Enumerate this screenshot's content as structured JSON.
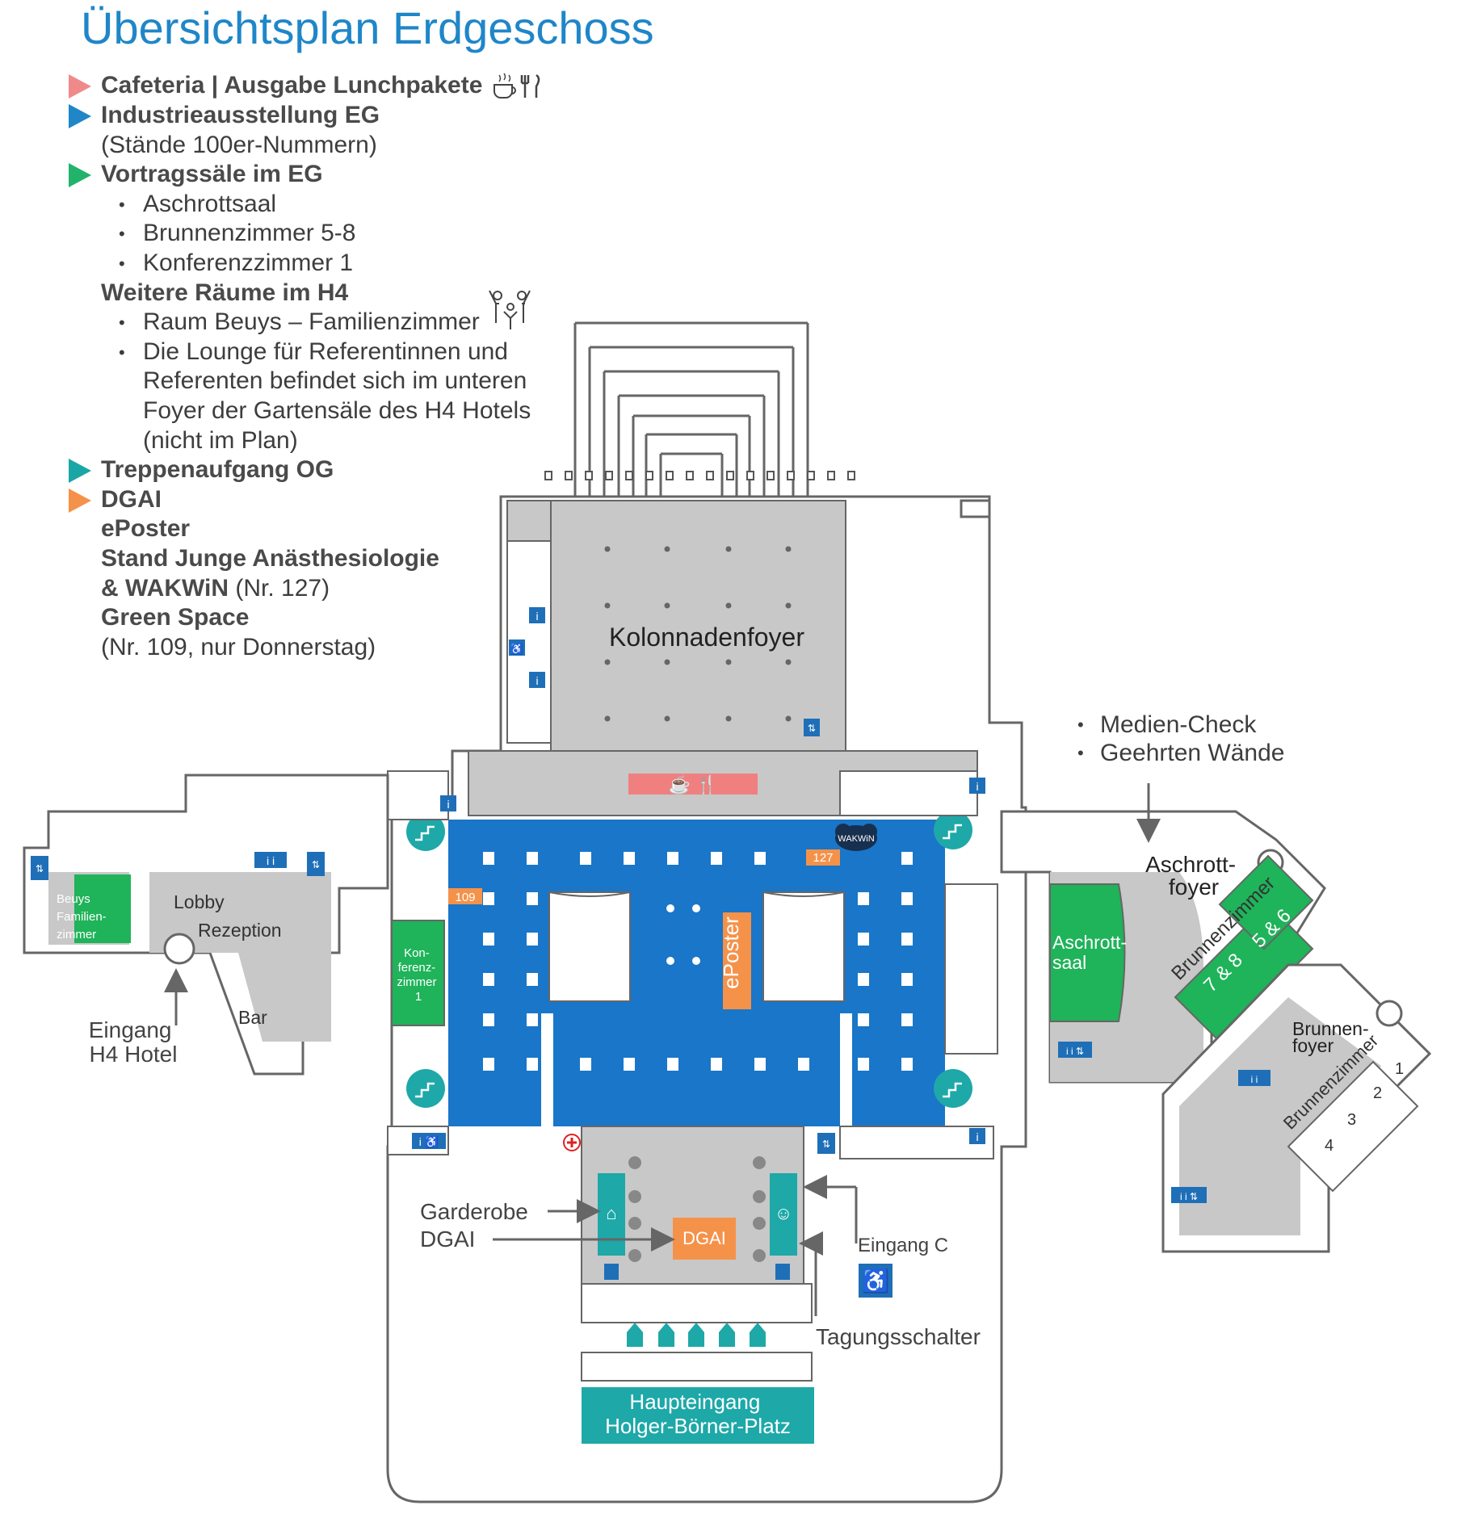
{
  "title": "Übersichtsplan Erdgeschoss",
  "legend": {
    "cafeteria": {
      "label": "Cafeteria | Ausgabe Lunchpakete",
      "color": "#f08a8a",
      "icons": [
        "coffee-cup-icon",
        "cutlery-icon"
      ]
    },
    "industrie": {
      "label": "Industrieausstellung EG",
      "sub": "(Stände 100er-Nummern)",
      "color": "#1f86c8"
    },
    "vortrag": {
      "label": "Vortragssäle im EG",
      "color": "#22b36b",
      "items": [
        "Aschrottsaal",
        "Brunnenzimmer 5-8",
        "Konferenzzimmer 1"
      ]
    },
    "weitere": {
      "label": "Weitere Räume im H4",
      "items": [
        "Raum Beuys – Familienzimmer"
      ],
      "lounge_lines": [
        "Die Lounge für Referentinnen und",
        "Referenten befindet sich im unteren",
        "Foyer der Gartensäle des H4 Hotels",
        "(nicht im Plan)"
      ]
    },
    "treppe": {
      "label": "Treppenaufgang OG",
      "color": "#1ba6a6"
    },
    "dgai": {
      "label": "DGAI",
      "color": "#f5924a",
      "lines": [
        "ePoster",
        "Stand Junge Anästhesiologie"
      ],
      "wakwin_bold": "& WAKWiN",
      "wakwin_normal": " (Nr. 127)",
      "green_space": "Green Space",
      "green_space_note": "(Nr. 109, nur Donnerstag)"
    }
  },
  "right_list": [
    "Medien-Check",
    "Geehrten Wände"
  ],
  "map": {
    "kolonnadenfoyer": "Kolonnadenfoyer",
    "aschrott_foyer": [
      "Aschrott-",
      "foyer"
    ],
    "aschrott_saal": [
      "Aschrott-",
      "saal"
    ],
    "brunnenzimmer": "Brunnenzimmer",
    "room_78": "7 & 8",
    "room_56": "5 & 6",
    "brunnen_foyer": [
      "Brunnen-",
      "foyer"
    ],
    "brunnen_rooms": [
      "1",
      "2",
      "3",
      "4"
    ],
    "beuys": [
      "Beuys",
      "Familien-",
      "zimmer"
    ],
    "lobby": "Lobby",
    "rezeption": "Rezeption",
    "bar": "Bar",
    "eingang_h4": [
      "Eingang",
      "H4 Hotel"
    ],
    "konferenz": [
      "Kon-",
      "ferenz-",
      "zimmer",
      "1"
    ],
    "stand_109": "109",
    "stand_127": "127",
    "eposter": "ePoster",
    "wakwin_cloud": "WAKWiN",
    "garderobe": "Garderobe",
    "dgai_label": "DGAI",
    "dgai_box": "DGAI",
    "eingang_c": "Eingang C",
    "tagungsschalter": "Tagungsschalter",
    "haupteingang": [
      "Haupteingang",
      "Holger-Börner-Platz"
    ]
  },
  "colors": {
    "grey": "#c8c8c8",
    "blue": "#1976c8",
    "green": "#1fb35a",
    "teal": "#1ea8a8",
    "orange": "#f5924a",
    "salmon": "#f08080",
    "wall": "#666666"
  }
}
